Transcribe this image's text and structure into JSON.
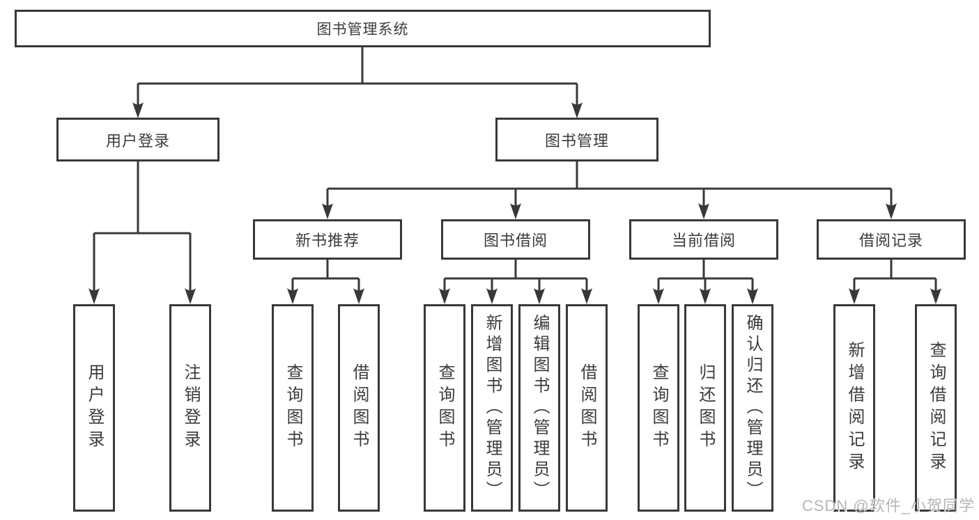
{
  "diagram": {
    "root": {
      "label": "图书管理系统"
    },
    "branches": [
      {
        "label": "用户登录",
        "children": [
          {
            "label": "用户登录"
          },
          {
            "label": "注销登录"
          }
        ]
      },
      {
        "label": "图书管理",
        "children": [
          {
            "label": "新书推荐",
            "children": [
              {
                "label": "查询图书"
              },
              {
                "label": "借阅图书"
              }
            ]
          },
          {
            "label": "图书借阅",
            "children": [
              {
                "label": "查询图书"
              },
              {
                "label": "新增图书（管理员）"
              },
              {
                "label": "编辑图书（管理员）"
              },
              {
                "label": "借阅图书"
              }
            ]
          },
          {
            "label": "当前借阅",
            "children": [
              {
                "label": "查询图书"
              },
              {
                "label": "归还图书"
              },
              {
                "label": "确认归还（管理员）"
              }
            ]
          },
          {
            "label": "借阅记录",
            "children": [
              {
                "label": "新增借阅记录"
              },
              {
                "label": "查询借阅记录"
              }
            ]
          }
        ]
      }
    ]
  },
  "watermark": "CSDN @软件_小贺同学",
  "colors": {
    "line": "#383838",
    "text": "#3b3b3b",
    "box_background": "#ffffff",
    "watermark": "#b5b5b5"
  }
}
